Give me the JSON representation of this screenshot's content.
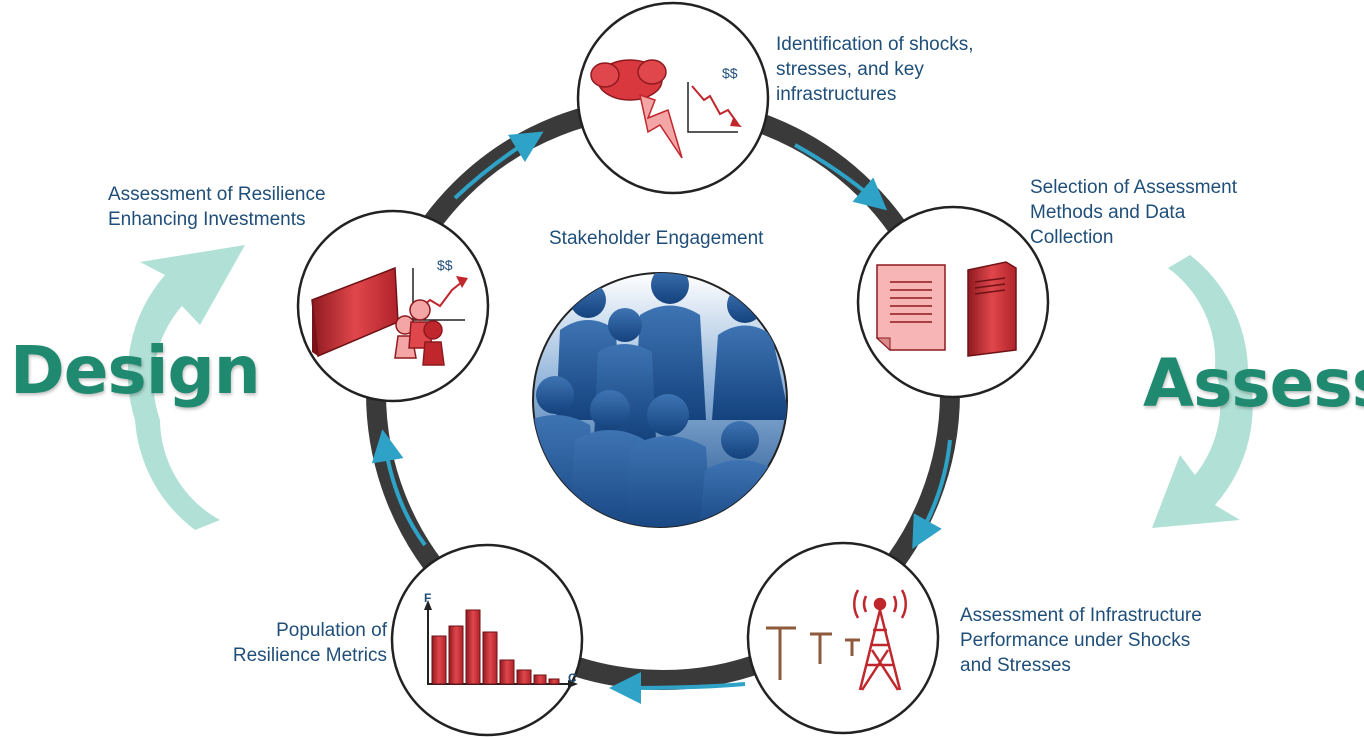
{
  "phases": {
    "design": "Design",
    "assess": "Assess"
  },
  "center": {
    "title": "Stakeholder Engagement"
  },
  "steps": [
    {
      "id": "identification",
      "lines": [
        "Identification of shocks,",
        "stresses, and key",
        "infrastructures"
      ],
      "icon": "storm-cost-decline-icon"
    },
    {
      "id": "selection",
      "lines": [
        "Selection of Assessment",
        "Methods and Data",
        "Collection"
      ],
      "icon": "document-server-icon"
    },
    {
      "id": "performance",
      "lines": [
        "Assessment of Infrastructure",
        "Performance under Shocks",
        "and Stresses"
      ],
      "icon": "power-line-tower-icon"
    },
    {
      "id": "metrics",
      "lines": [
        "Population of",
        "Resilience Metrics"
      ],
      "icon": "histogram-icon"
    },
    {
      "id": "investments",
      "lines": [
        "Assessment of Resilience",
        "Enhancing Investments"
      ],
      "icon": "investment-barrier-icon"
    }
  ],
  "icon_labels": {
    "cost_top": "$$",
    "cost_left": "$$",
    "hist_y": "F",
    "hist_x": "C"
  },
  "colors": {
    "ring": "#3a3a3a",
    "flow_arrow": "#2ea3c7",
    "label_text": "#1f4e79",
    "phase_text": "#1f8a70",
    "phase_arrow": "#a9ded2",
    "icon_red": "#c0272d",
    "icon_pink": "#f4a6a6"
  }
}
